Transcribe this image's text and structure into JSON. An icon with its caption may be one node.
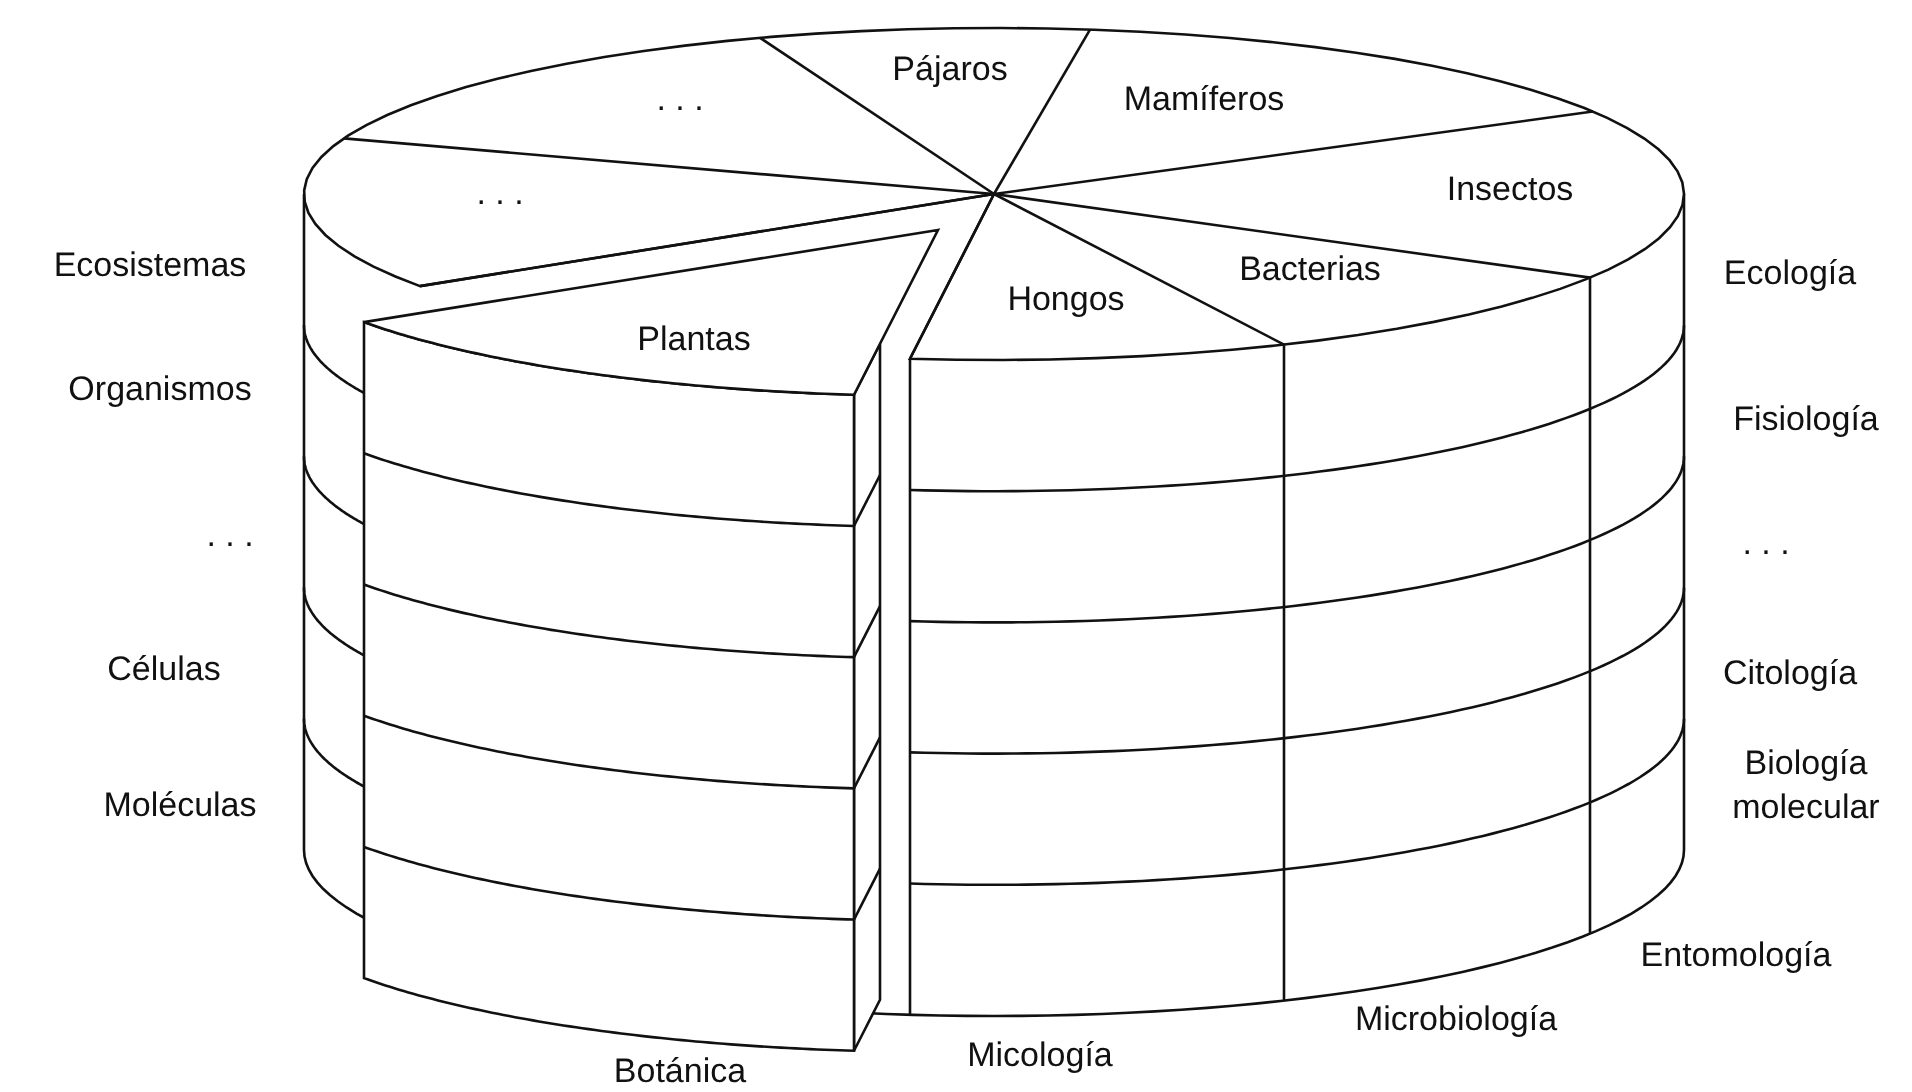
{
  "diagram": {
    "labels": [
      "Pájaros",
      ". . .",
      "Mamíferos",
      ". . .",
      "Insectos",
      "Ecosistemas",
      "Bacterias",
      "Ecología",
      "Hongos",
      "Plantas",
      "Organismos",
      "Fisiología",
      ". . .",
      ". . .",
      "Células",
      "Citología",
      "Moléculas",
      "Biología molecular",
      "Entomología",
      "Microbiología",
      "Botánica",
      "Micología"
    ]
  }
}
